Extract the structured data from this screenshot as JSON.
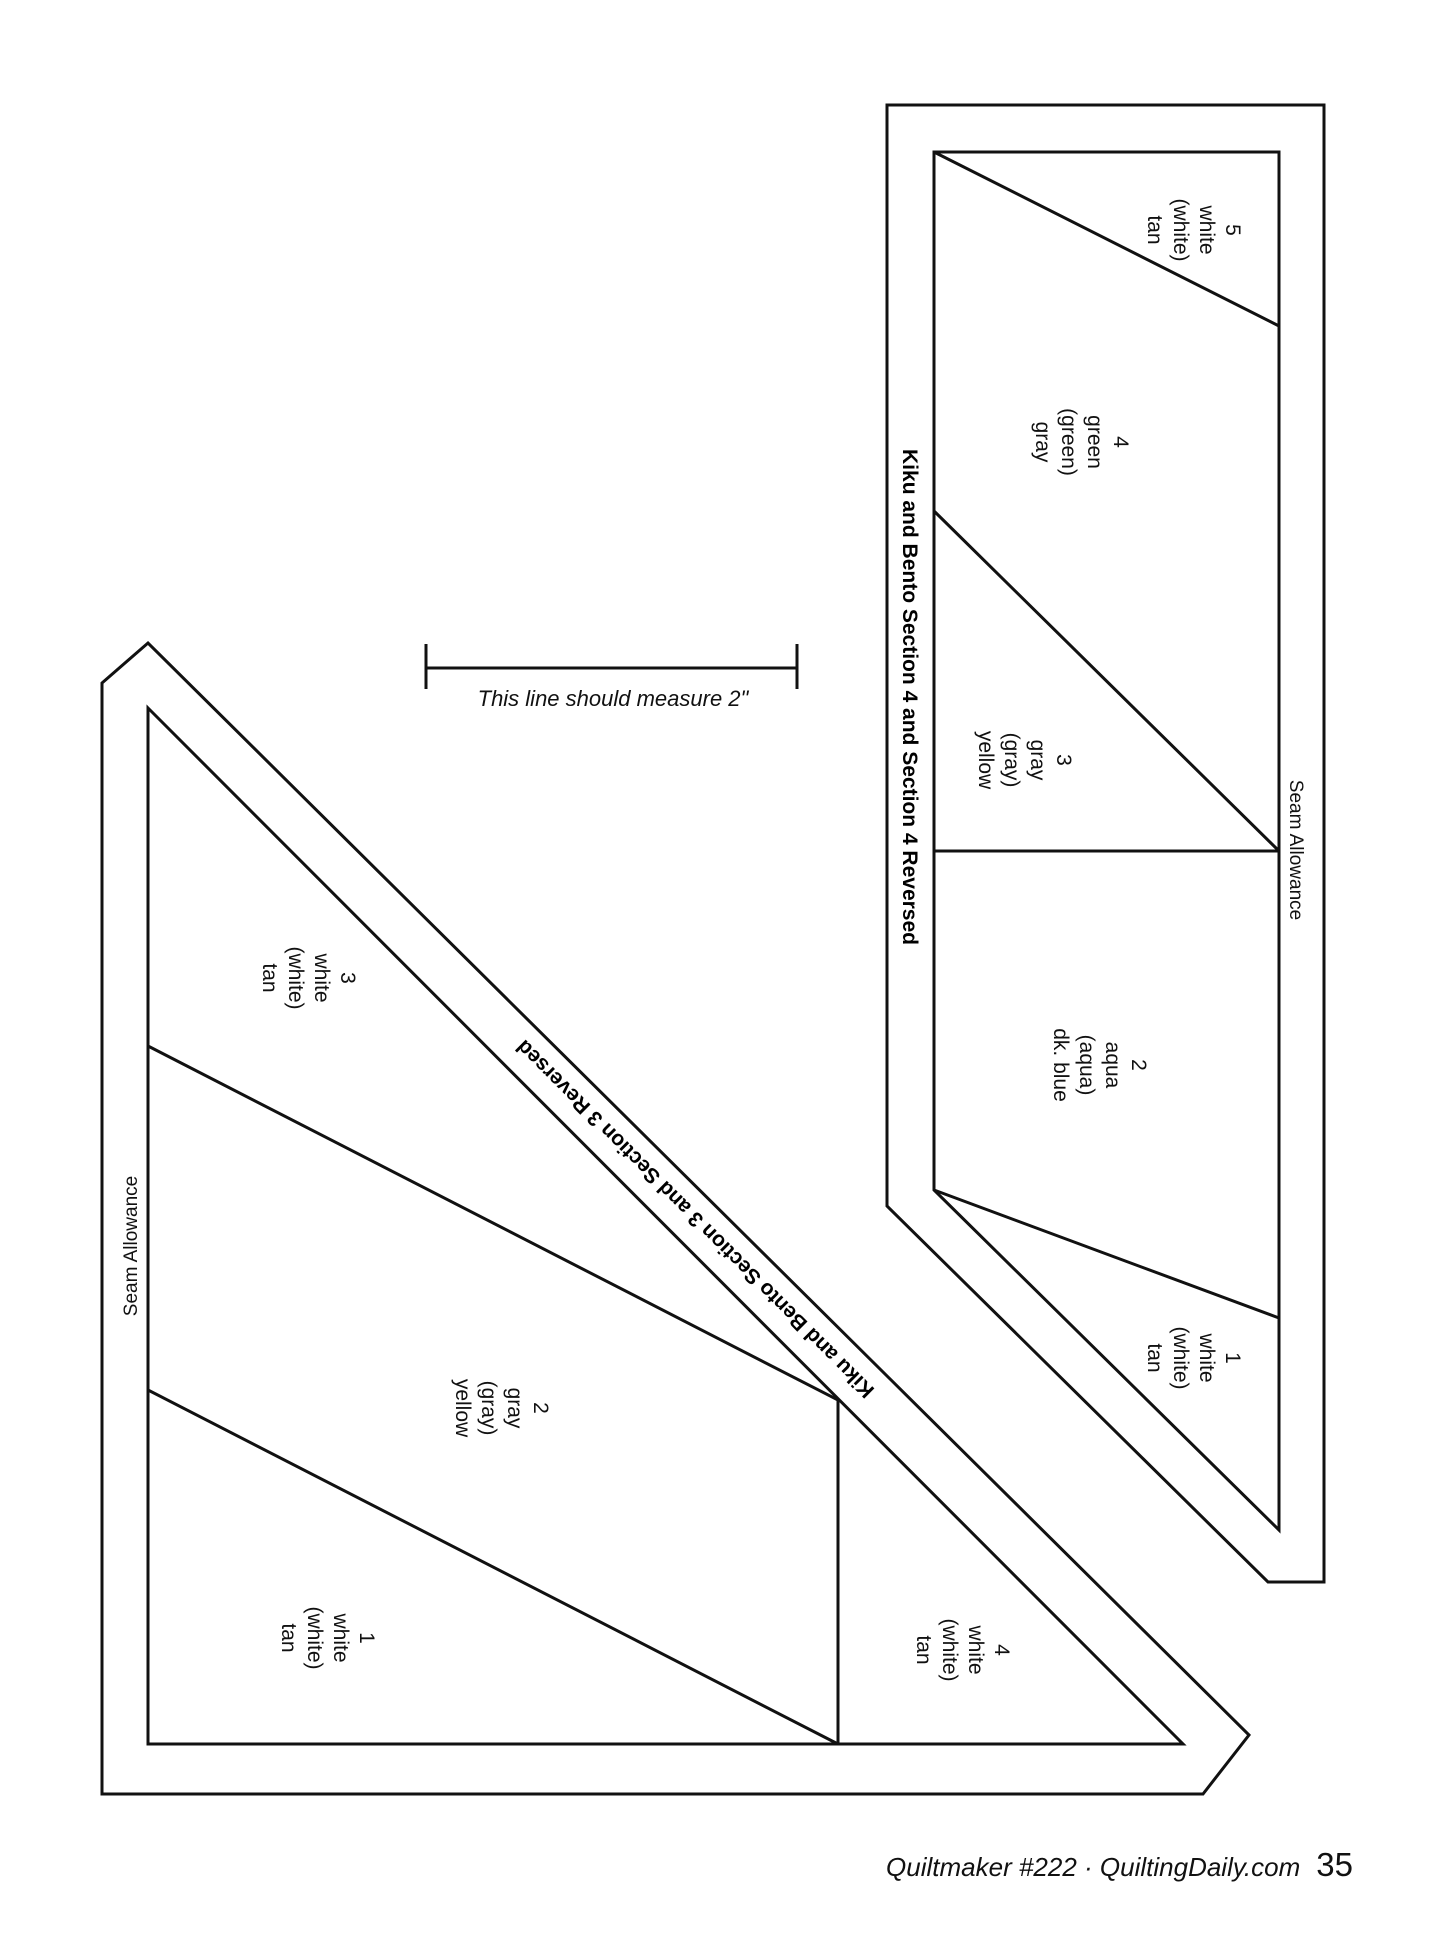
{
  "right_piece": {
    "title": "Kiku and Bento Section 4 and Section 4 Reversed",
    "seam_label": "Seam Allowance",
    "patches": [
      {
        "lines": [
          "5",
          "white",
          "(white)",
          "tan"
        ]
      },
      {
        "lines": [
          "4",
          "green",
          "(green)",
          "gray"
        ]
      },
      {
        "lines": [
          "3",
          "gray",
          "(gray)",
          "yellow"
        ]
      },
      {
        "lines": [
          "2",
          "aqua",
          "(aqua)",
          "dk. blue"
        ]
      },
      {
        "lines": [
          "1",
          "white",
          "(white)",
          "tan"
        ]
      }
    ]
  },
  "left_piece": {
    "title": "Kiku and Bento Section 3 and Section 3 Reversed",
    "seam_label": "Seam Allowance",
    "patches": [
      {
        "lines": [
          "3",
          "white",
          "(white)",
          "tan"
        ]
      },
      {
        "lines": [
          "2",
          "gray",
          "(gray)",
          "yellow"
        ]
      },
      {
        "lines": [
          "1",
          "white",
          "(white)",
          "tan"
        ]
      },
      {
        "lines": [
          "4",
          "white",
          "(white)",
          "tan"
        ]
      }
    ]
  },
  "scale_bar": {
    "label": "This line should measure 2\""
  },
  "footer": {
    "text": "Quiltmaker #222 · QuiltingDaily.com",
    "page_number": "35"
  }
}
